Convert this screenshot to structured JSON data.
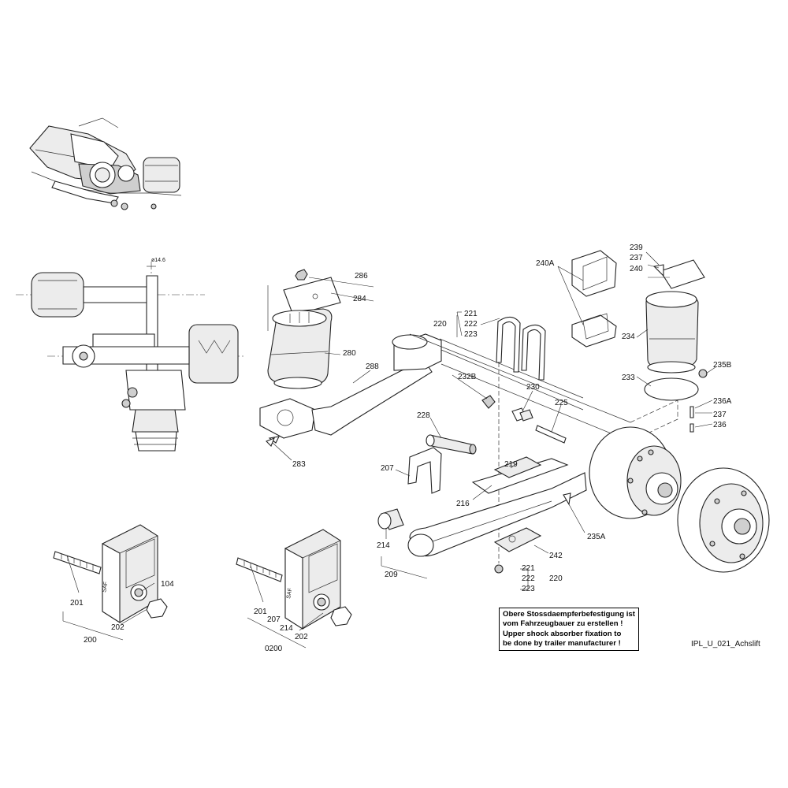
{
  "callouts": {
    "c104": "104",
    "c200": "200",
    "c201a": "201",
    "c201b": "201",
    "c202a": "202",
    "c202b": "202",
    "c207a": "207",
    "c207b": "207",
    "c0200": "0200",
    "c214a": "214",
    "c214b": "214",
    "c209": "209",
    "c216": "216",
    "c219": "219",
    "c228": "228",
    "c230": "230",
    "c232b": "232B",
    "c225": "225",
    "c288": "288",
    "c283": "283",
    "c280": "280",
    "c284": "284",
    "c286": "286",
    "c220a": "220",
    "c221a": "221",
    "c222a": "222",
    "c223a": "223",
    "c240a": "240A",
    "c239": "239",
    "c237a": "237",
    "c240": "240",
    "c234": "234",
    "c233": "233",
    "c235b": "235B",
    "c236a": "236A",
    "c237b": "237",
    "c236": "236",
    "c235a": "235A",
    "c242": "242",
    "c221b": "221",
    "c222b": "222",
    "c223b": "223",
    "c220b": "220"
  },
  "dimension_label": "ø14.6",
  "notice": {
    "line1": "Obere Stossdaempferbefestigung ist",
    "line2": "vom Fahrzeugbauer zu erstellen !",
    "line3": "Upper shock absorber fixation to",
    "line4": "be done by trailer manufacturer !"
  },
  "document_id": "IPL_U_021_Achslift",
  "bracket_marking": "SAF"
}
